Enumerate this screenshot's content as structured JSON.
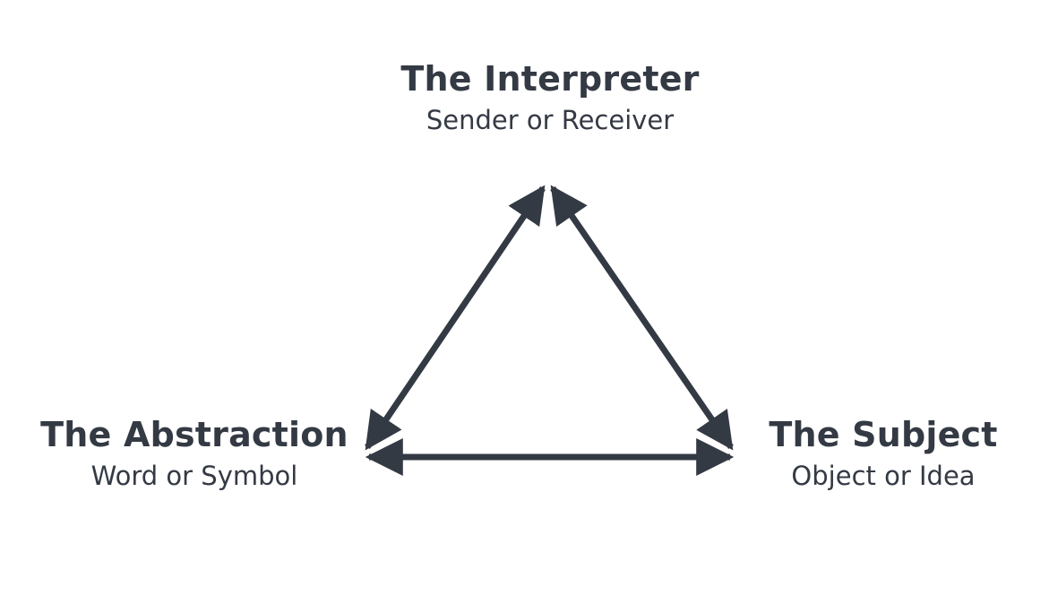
{
  "diagram": {
    "nodes": [
      {
        "id": "interpreter",
        "title": "The Interpreter",
        "subtitle": "Sender or Receiver"
      },
      {
        "id": "abstraction",
        "title": "The Abstraction",
        "subtitle": "Word or Symbol"
      },
      {
        "id": "subject",
        "title": "The Subject",
        "subtitle": "Object or Idea"
      }
    ],
    "edges": [
      {
        "from": "interpreter",
        "to": "abstraction",
        "bidirectional": true
      },
      {
        "from": "interpreter",
        "to": "subject",
        "bidirectional": true
      },
      {
        "from": "abstraction",
        "to": "subject",
        "bidirectional": true
      }
    ],
    "colors": {
      "ink": "#343a44",
      "background": "#ffffff"
    }
  }
}
